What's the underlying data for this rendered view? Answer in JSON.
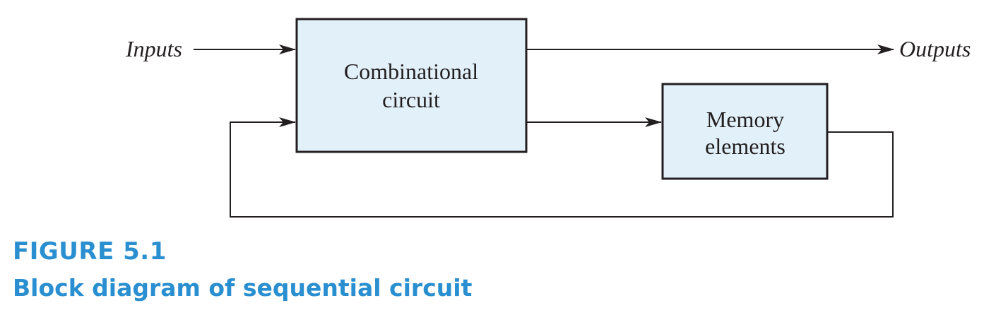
{
  "diagram": {
    "inputs_label": "Inputs",
    "outputs_label": "Outputs",
    "combinational_block": {
      "line1": "Combinational",
      "line2": "circuit"
    },
    "memory_block": {
      "line1": "Memory",
      "line2": "elements"
    },
    "block_fill": "#e2f0f9",
    "stroke_color": "#231f20"
  },
  "figure": {
    "number": "FIGURE 5.1",
    "title": "Block diagram of sequential circuit",
    "caption_color": "#2a8fd0"
  }
}
